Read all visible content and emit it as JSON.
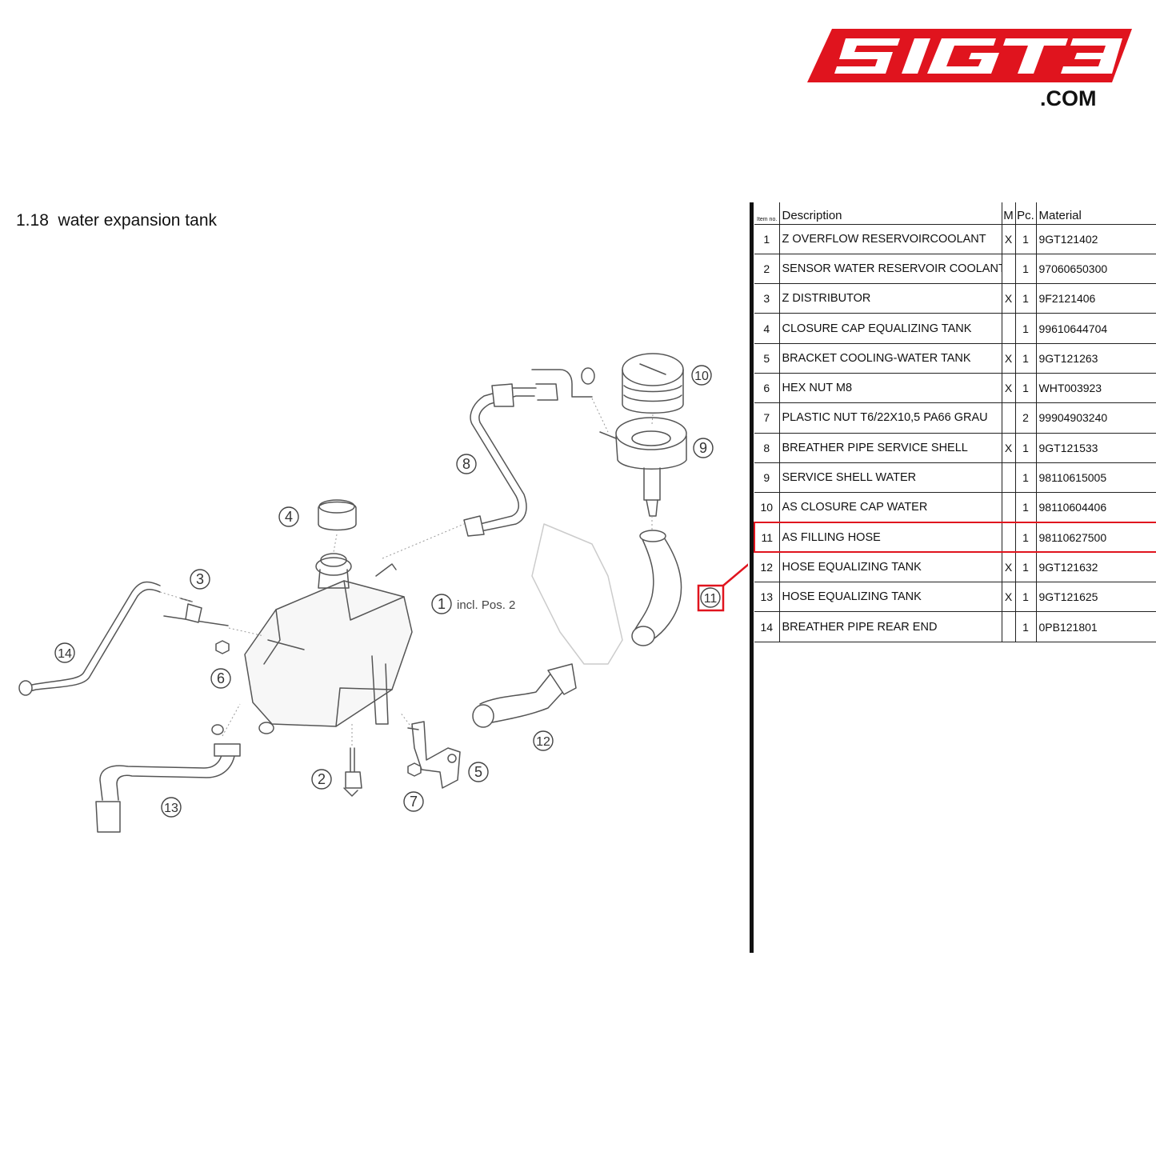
{
  "brand": {
    "logo_text": "51GT3",
    "logo_suffix": ".COM",
    "accent_color": "#e0141e"
  },
  "section": {
    "number": "1.18",
    "name": "water expansion tank"
  },
  "diagram": {
    "callouts": [
      "1",
      "2",
      "3",
      "4",
      "5",
      "6",
      "7",
      "8",
      "9",
      "10",
      "11",
      "12",
      "13",
      "14"
    ],
    "note_1": "incl. Pos. 2",
    "highlighted_callout": "11"
  },
  "table": {
    "headers": {
      "item": "Item no.",
      "description": "Description",
      "m": "M",
      "pc": "Pc.",
      "material": "Material"
    },
    "rows": [
      {
        "item": "1",
        "description": "Z OVERFLOW RESERVOIRCOOLANT",
        "m": "X",
        "pc": "1",
        "material": "9GT121402"
      },
      {
        "item": "2",
        "description": "SENSOR WATER RESERVOIR COOLANT",
        "m": "",
        "pc": "1",
        "material": "97060650300"
      },
      {
        "item": "3",
        "description": "Z DISTRIBUTOR",
        "m": "X",
        "pc": "1",
        "material": "9F2121406"
      },
      {
        "item": "4",
        "description": "CLOSURE CAP EQUALIZING TANK",
        "m": "",
        "pc": "1",
        "material": "99610644704"
      },
      {
        "item": "5",
        "description": "BRACKET COOLING-WATER TANK",
        "m": "X",
        "pc": "1",
        "material": "9GT121263"
      },
      {
        "item": "6",
        "description": "HEX NUT M8",
        "m": "X",
        "pc": "1",
        "material": "WHT003923"
      },
      {
        "item": "7",
        "description": "PLASTIC NUT T6/22X10,5 PA66 GRAU",
        "m": "",
        "pc": "2",
        "material": "99904903240"
      },
      {
        "item": "8",
        "description": "BREATHER PIPE SERVICE SHELL",
        "m": "X",
        "pc": "1",
        "material": "9GT121533"
      },
      {
        "item": "9",
        "description": "SERVICE SHELL WATER",
        "m": "",
        "pc": "1",
        "material": "98110615005"
      },
      {
        "item": "10",
        "description": "AS CLOSURE CAP WATER",
        "m": "",
        "pc": "1",
        "material": "98110604406"
      },
      {
        "item": "11",
        "description": "AS FILLING HOSE",
        "m": "",
        "pc": "1",
        "material": "98110627500",
        "highlighted": true
      },
      {
        "item": "12",
        "description": "HOSE EQUALIZING TANK",
        "m": "X",
        "pc": "1",
        "material": "9GT121632"
      },
      {
        "item": "13",
        "description": "HOSE EQUALIZING TANK",
        "m": "X",
        "pc": "1",
        "material": "9GT121625"
      },
      {
        "item": "14",
        "description": "BREATHER PIPE REAR END",
        "m": "",
        "pc": "1",
        "material": "0PB121801"
      }
    ]
  }
}
